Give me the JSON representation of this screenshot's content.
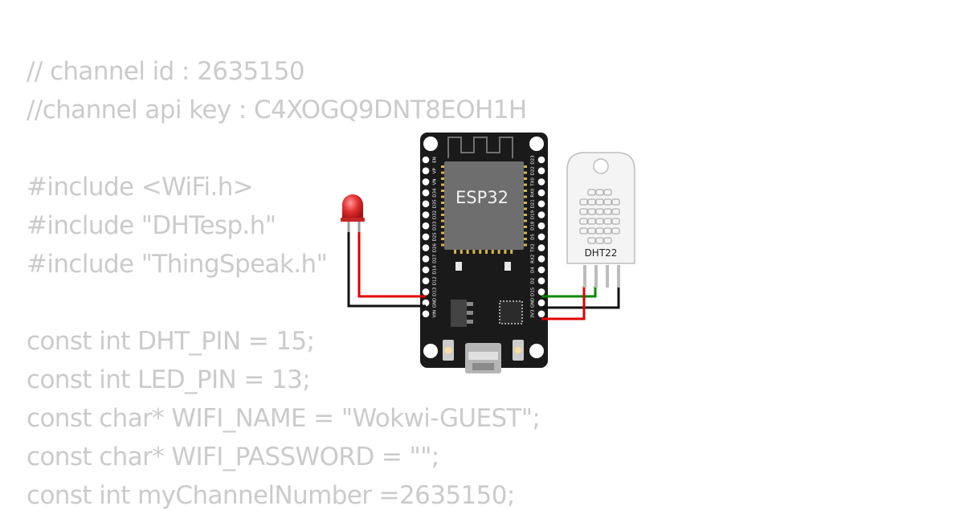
{
  "code": {
    "lines": [
      "// channel id : 2635150",
      "//channel api key : C4XOGQ9DNT8EOH1H",
      "",
      "#include <WiFi.h>",
      "#include \"DHTesp.h\"",
      "#include \"ThingSpeak.h\"",
      "",
      "const int DHT_PIN = 15;",
      "const int LED_PIN = 13;",
      "const char* WIFI_NAME = \"Wokwi-GUEST\";",
      "const char* WIFI_PASSWORD = \"\";",
      "const int myChannelNumber =2635150;"
    ]
  },
  "board": {
    "chip_label": "ESP32",
    "left_pins": [
      "EN",
      "VP",
      "VN",
      "D34",
      "D35",
      "D32",
      "D33",
      "D25",
      "D26",
      "D27",
      "D14",
      "D12",
      "D13",
      "GND",
      "VIN"
    ],
    "right_pins": [
      "D23",
      "D22",
      "TX0",
      "RX0",
      "D21",
      "D19",
      "D18",
      "D5",
      "TX2",
      "RX2",
      "D4",
      "D2",
      "D15",
      "GND",
      "3V3"
    ]
  },
  "sensor": {
    "label": "DHT22"
  },
  "colors": {
    "code_text": "#cbcbcb",
    "board": "#1a1a1a",
    "chip": "#6e6e6e",
    "wire_red": "#e00000",
    "wire_black": "#111111",
    "wire_green": "#008800",
    "led": "#e23030"
  }
}
